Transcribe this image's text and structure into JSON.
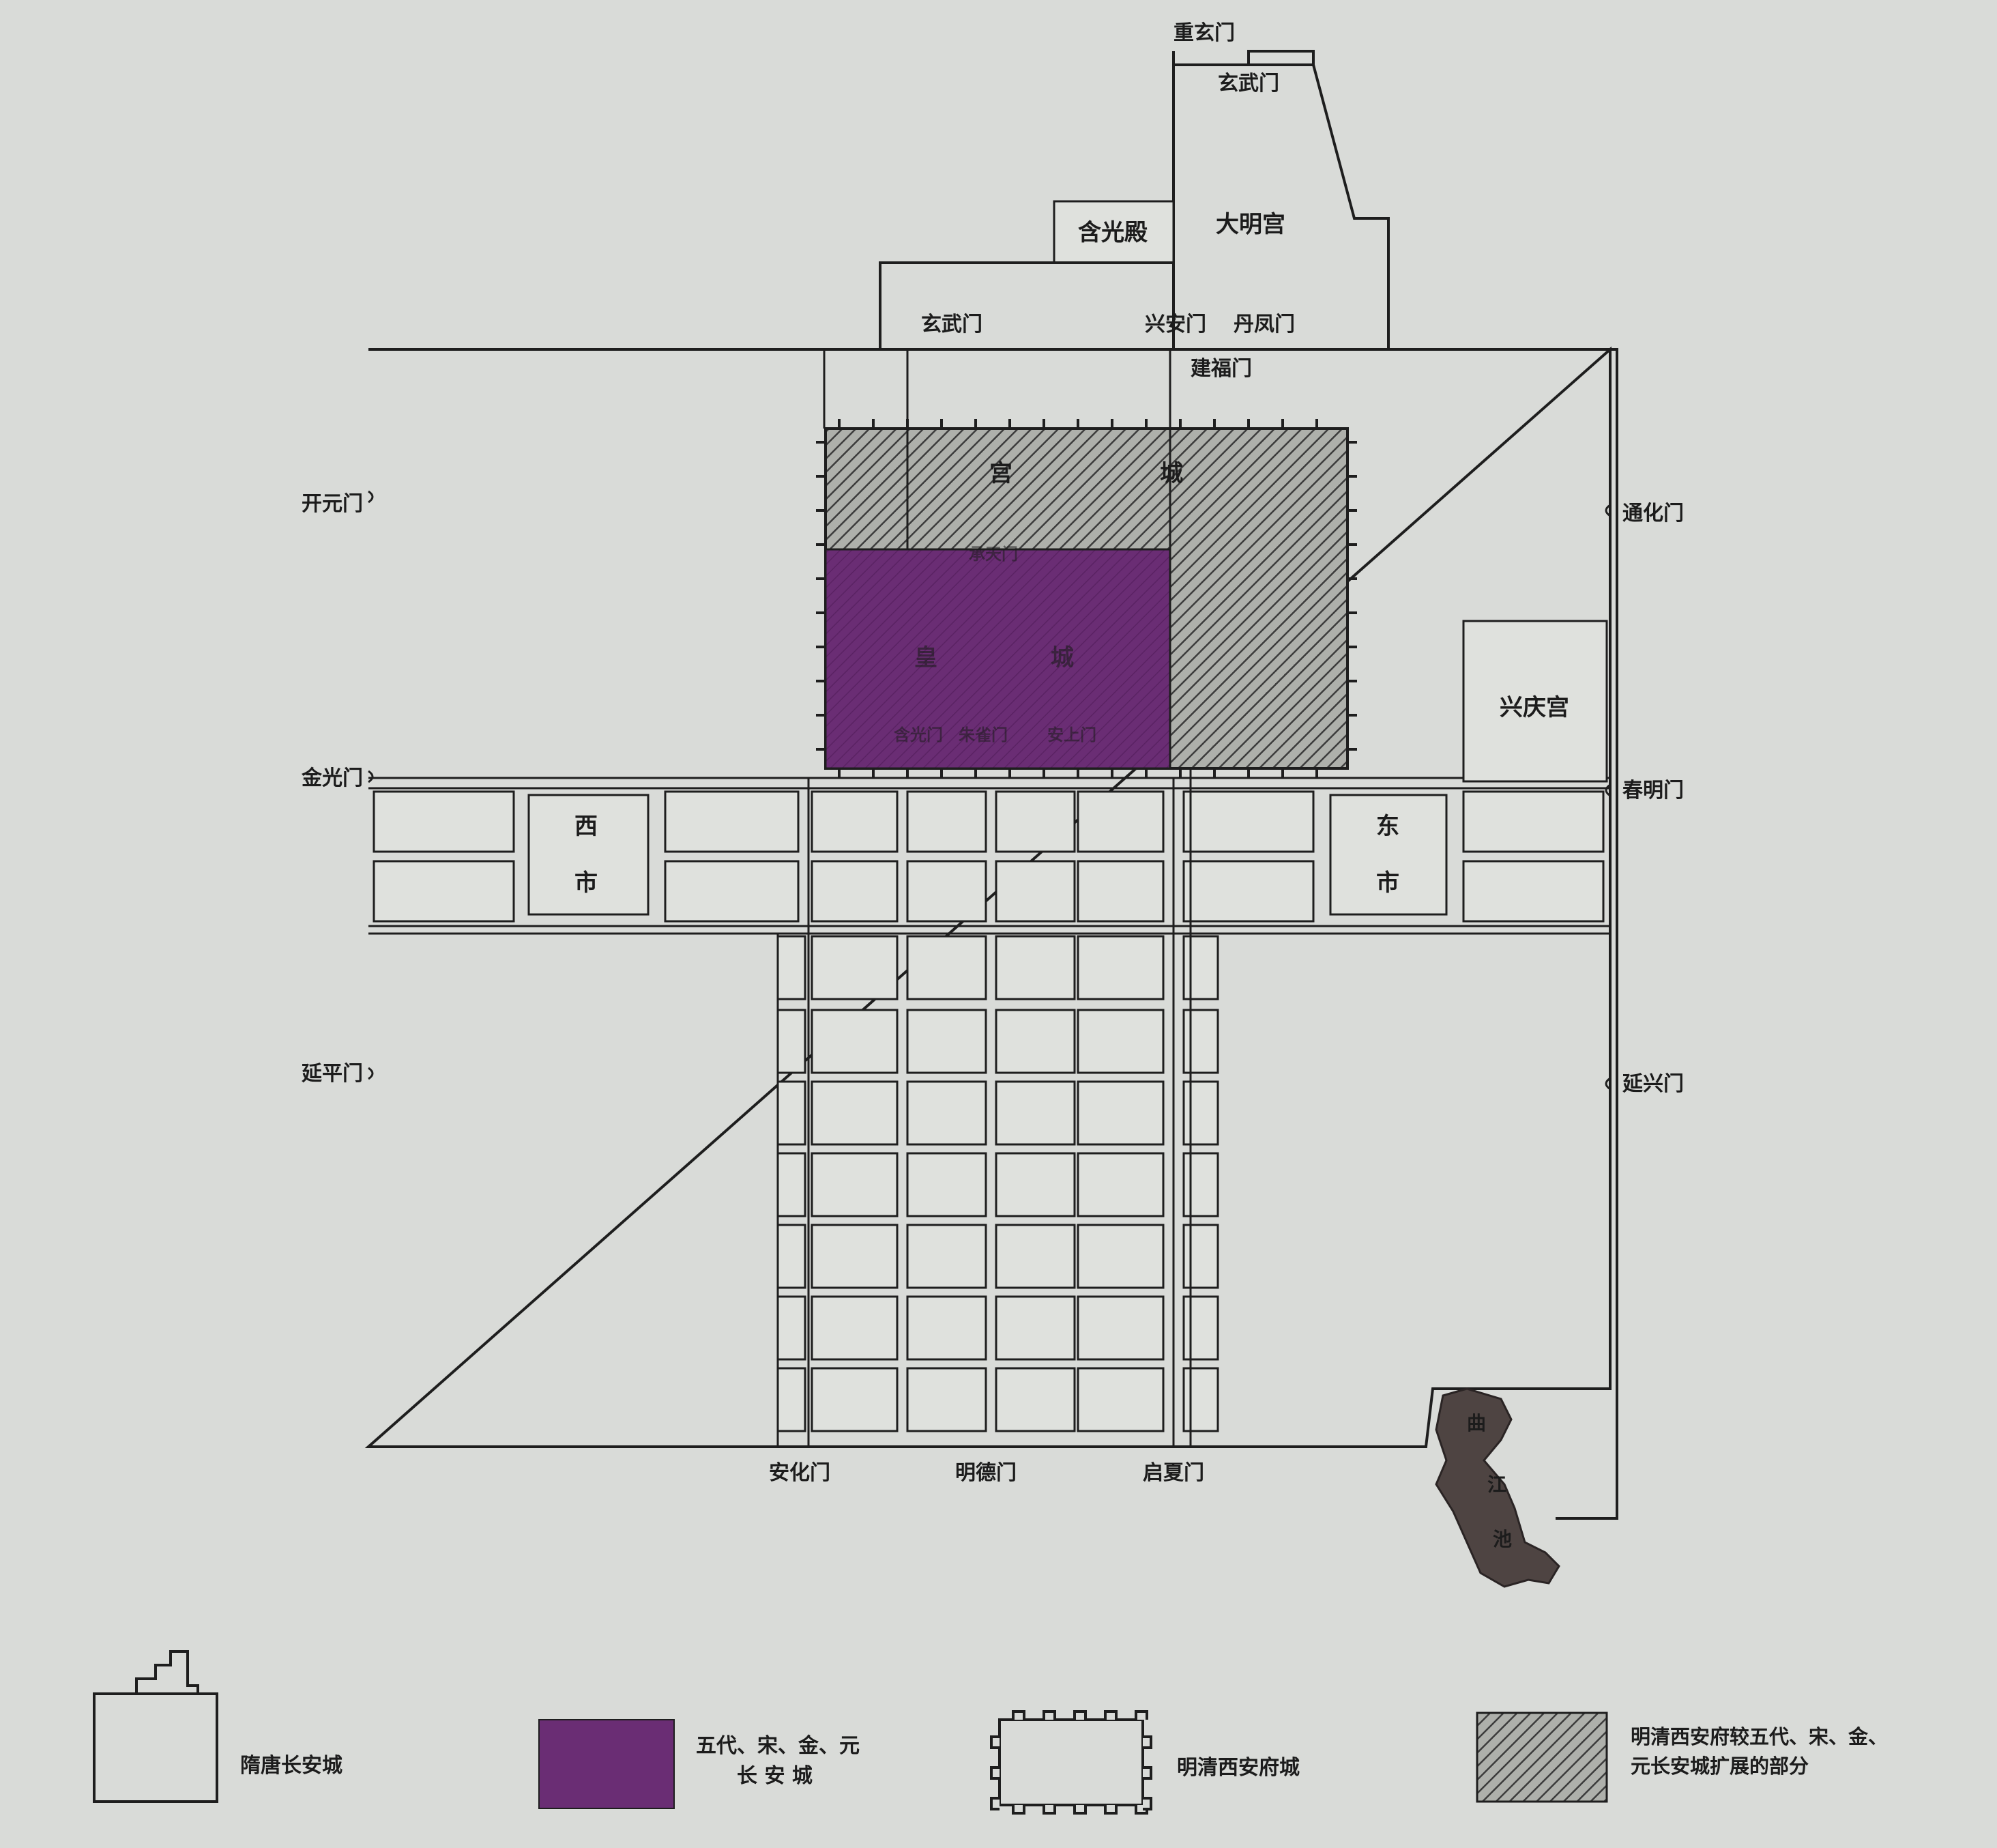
{
  "map": {
    "gates": {
      "zhongxuan": "重玄门",
      "xuanwu_daming": "玄武门",
      "xuanwu": "玄武门",
      "xingan": "兴安门",
      "danfeng": "丹凤门",
      "jianfu": "建福门",
      "kaiyuan": "开元门",
      "jinguang": "金光门",
      "yanping": "延平门",
      "tonghua": "通化门",
      "chunming": "春明门",
      "yanxing": "延兴门",
      "anhua": "安化门",
      "mingde": "明德门",
      "qixia": "启夏门"
    },
    "areas": {
      "hanguang": "含光殿",
      "daming": "大明宫",
      "gong_left": "宫",
      "gong_right": "城",
      "huang_left": "皇",
      "huang_right": "城",
      "xingqing": "兴庆宫",
      "west_market_1": "西",
      "west_market_2": "市",
      "east_market_1": "东",
      "east_market_2": "市",
      "qujiang_1": "曲",
      "qujiang_2": "江",
      "qujiang_3": "池"
    },
    "inner_gates": {
      "g1": "承天门",
      "g2": "含光门",
      "g3": "朱雀门",
      "g4": "安上门"
    }
  },
  "legend": {
    "items": [
      {
        "label": "隋唐长安城",
        "pattern": "outline"
      },
      {
        "label_line1": "五代、宋、金、元",
        "label_line2": "长 安 城",
        "color": "#6a2d74"
      },
      {
        "label": "明清西安府城",
        "pattern": "crenellated"
      },
      {
        "label_line1": "明清西安府较五代、宋、金、",
        "label_line2": "元长安城扩展的部分",
        "pattern": "hatched"
      }
    ]
  },
  "colors": {
    "paper": "#d9dbd8",
    "purple": "#6a2d74",
    "lake": "#4e4442"
  }
}
